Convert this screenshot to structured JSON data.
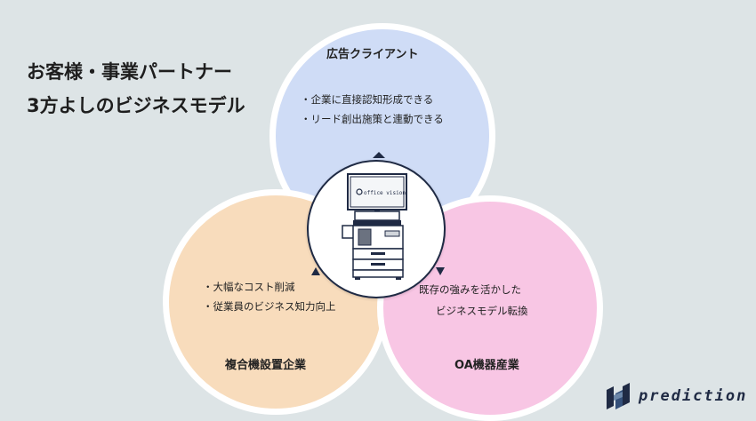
{
  "title": {
    "line1": "お客様・事業パートナー",
    "line2": "3方よしのビジネスモデル"
  },
  "top_circle": {
    "label": "広告クライアント",
    "bullets": [
      "・企業に直接認知形成できる",
      "・リード創出施策と連動できる"
    ],
    "color": "#cfdcf6"
  },
  "left_circle": {
    "label": "複合機設置企業",
    "bullets": [
      "・大幅なコスト削減",
      "・従業員のビジネス知力向上"
    ],
    "color": "#f8dcbc"
  },
  "right_circle": {
    "label": "OA機器産業",
    "lines": [
      "既存の強みを活かした",
      "ビジネスモデル転換"
    ],
    "color": "#f8c6e4"
  },
  "center": {
    "screen_text": "office vision",
    "icon": "copier-machine-icon"
  },
  "logo": {
    "text": "prediction",
    "icon": "prediction-logo-icon",
    "color": "#1f2a44"
  }
}
